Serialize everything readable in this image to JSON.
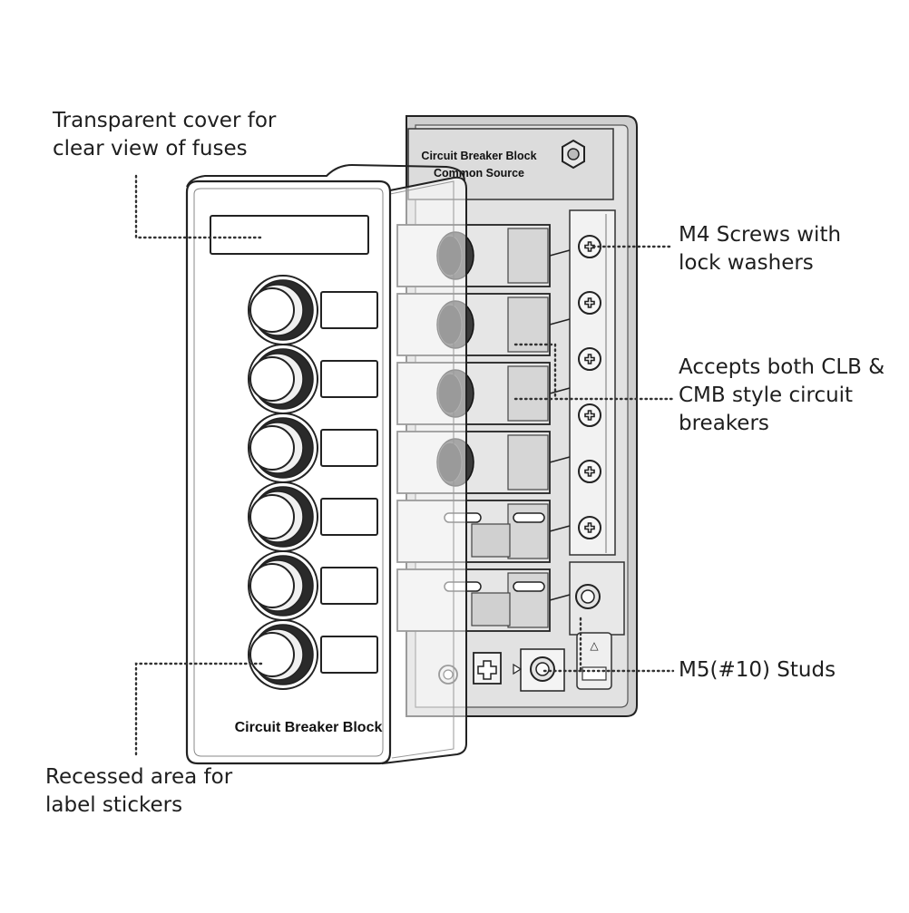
{
  "callouts": {
    "cover": {
      "line1": "Transparent cover for",
      "line2": "clear view of fuses"
    },
    "screws": {
      "line1": "M4 Screws with",
      "line2": "lock washers"
    },
    "breakers": {
      "line1": "Accepts both CLB &",
      "line2": "CMB style circuit",
      "line3": "breakers"
    },
    "studs": {
      "line1": "M5(#10) Studs"
    },
    "recessed": {
      "line1": "Recessed area for",
      "line2": "label stickers"
    }
  },
  "base_label": {
    "line1": "Circuit Breaker Block",
    "line2": "Common Source"
  },
  "cover_label": "Circuit Breaker Block",
  "breaker_count": 6,
  "terminal_screw_count": 6,
  "colors": {
    "outline": "#222222",
    "base_fill": "#d9d9d9",
    "base_frame": "#b8b8b8",
    "breaker_fill": "#e6e6e6",
    "cover_fill": "#ffffff",
    "button_dark": "#2e2e2e",
    "leader": "#333333"
  }
}
